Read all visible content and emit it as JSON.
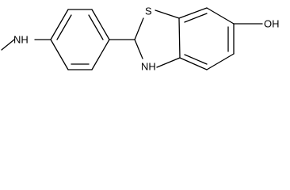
{
  "molecule": {
    "atoms": {
      "nh_methylamino": "NH",
      "sulfur": "S",
      "nh_ring": "NH",
      "hydroxyl": "OH"
    }
  }
}
